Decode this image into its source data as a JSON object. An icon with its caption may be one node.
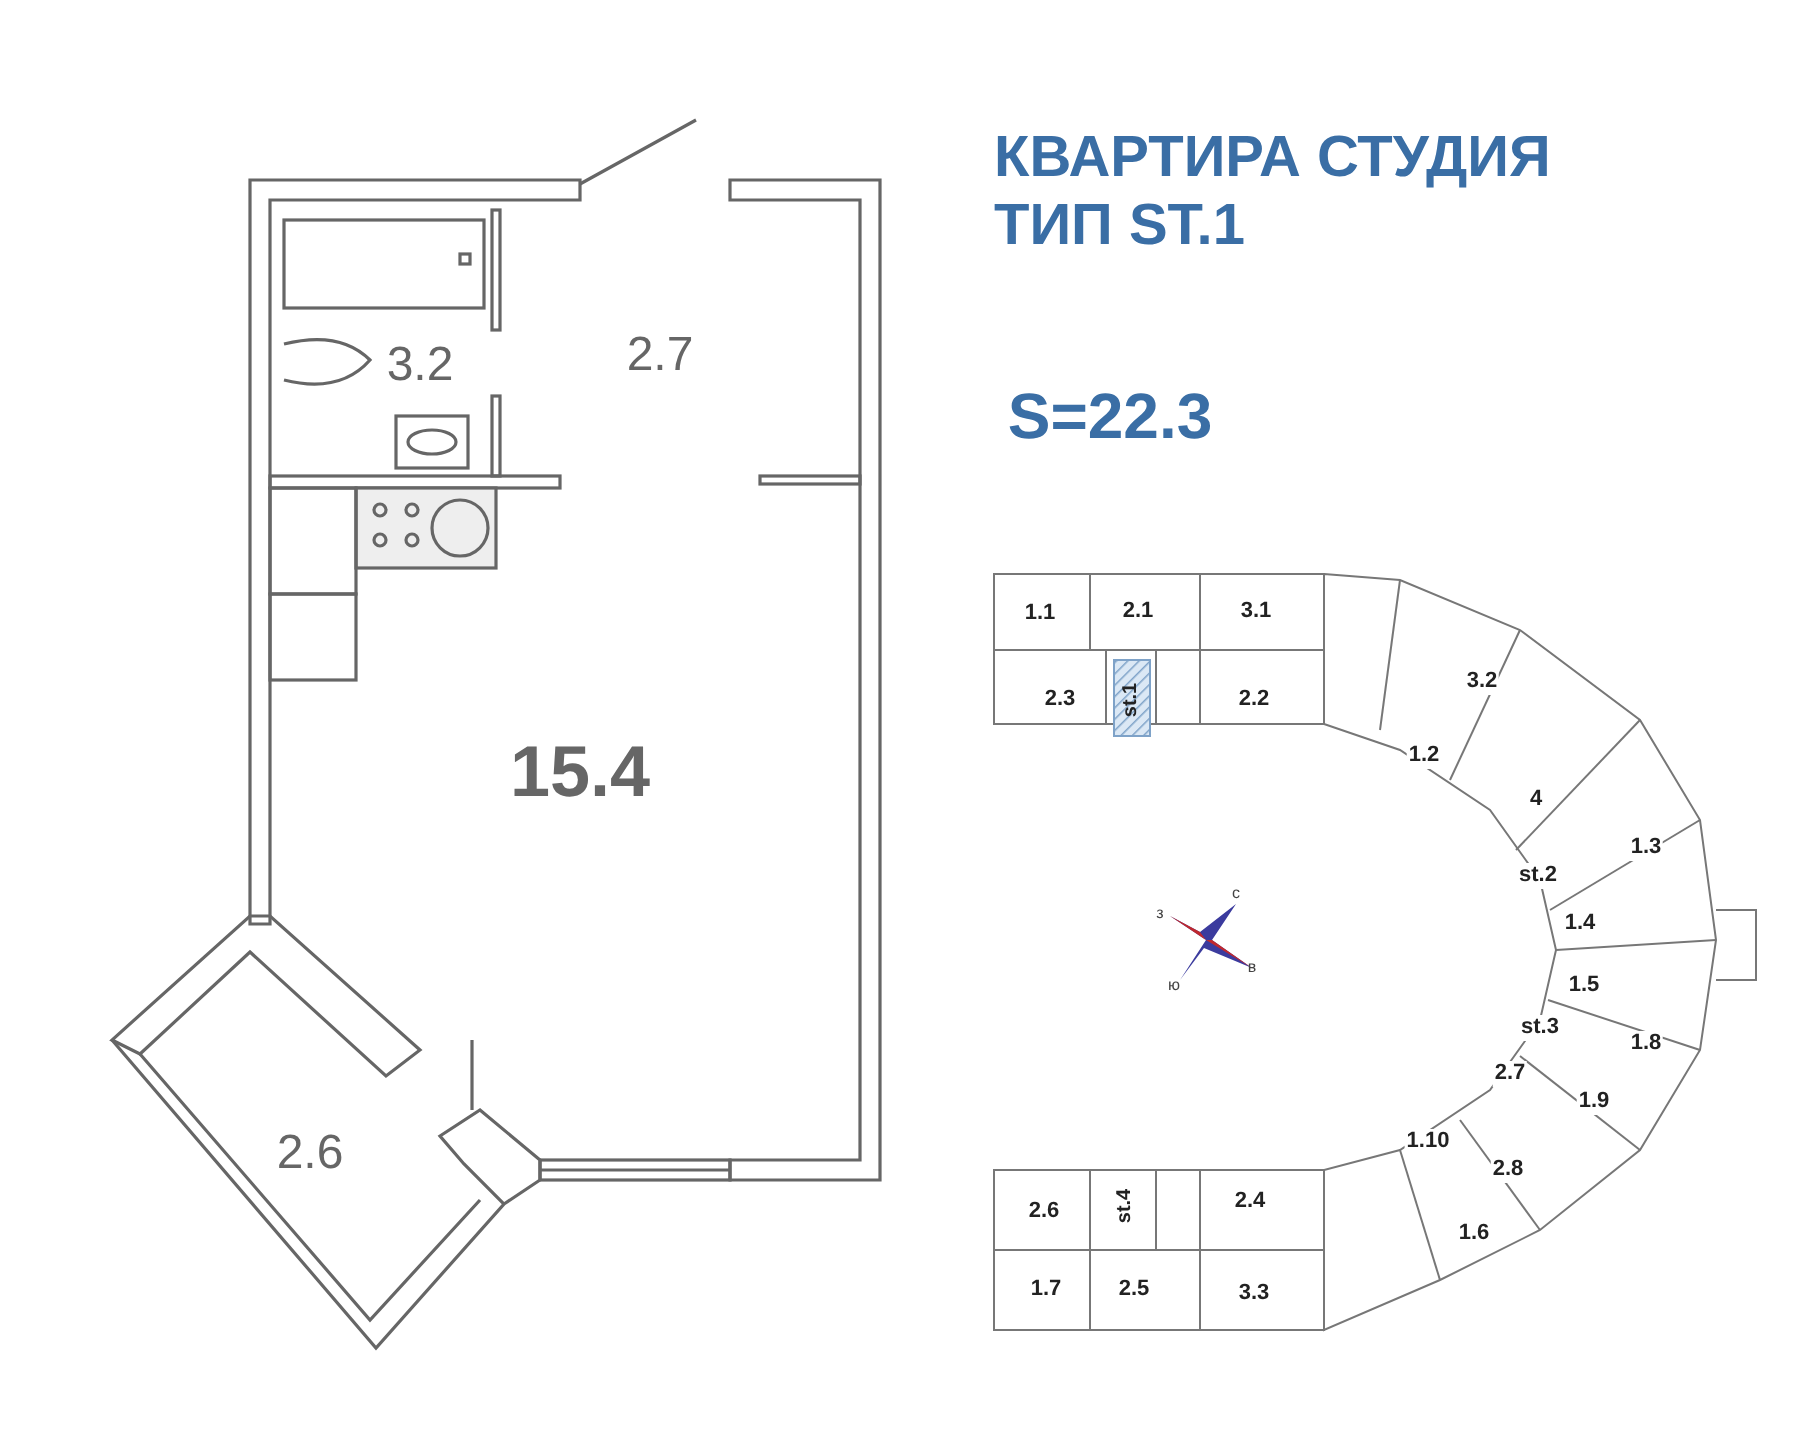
{
  "diagram": {
    "title": "КВАРТИРА СТУДИЯ ТИП ST.1",
    "labels": [
      "3.2",
      "2.7",
      "15.4",
      "2.6",
      "S=22.3",
      "1.1",
      "2.1",
      "3.1",
      "2.3",
      "st.1",
      "2.2",
      "3.2",
      "1.2",
      "4",
      "1.3",
      "st.2",
      "1.4",
      "с",
      "з",
      "в",
      "ю",
      "1.5",
      "st.3",
      "1.8",
      "2.7",
      "1.9",
      "1.10",
      "2.8",
      "2.6",
      "st.4",
      "2.4",
      "1.6",
      "1.7",
      "2.5",
      "3.3"
    ]
  }
}
